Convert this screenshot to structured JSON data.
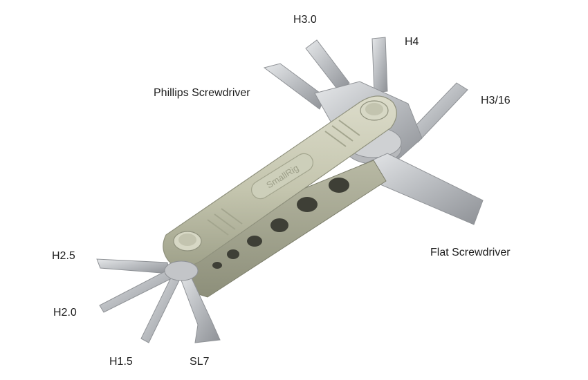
{
  "labels": {
    "h3_0": "H3.0",
    "h4": "H4",
    "phillips": "Phillips Screwdriver",
    "h3_16": "H3/16",
    "flat": "Flat Screwdriver",
    "h2_5": "H2.5",
    "h2_0": "H2.0",
    "h1_5": "H1.5",
    "sl7": "SL7"
  },
  "brand": "SmallRig",
  "colors": {
    "body": "#c9cab5",
    "body_dark": "#a9ab95",
    "steel": "#c7c9cc",
    "steel_dark": "#8f9296",
    "text": "#1c1c1c"
  }
}
